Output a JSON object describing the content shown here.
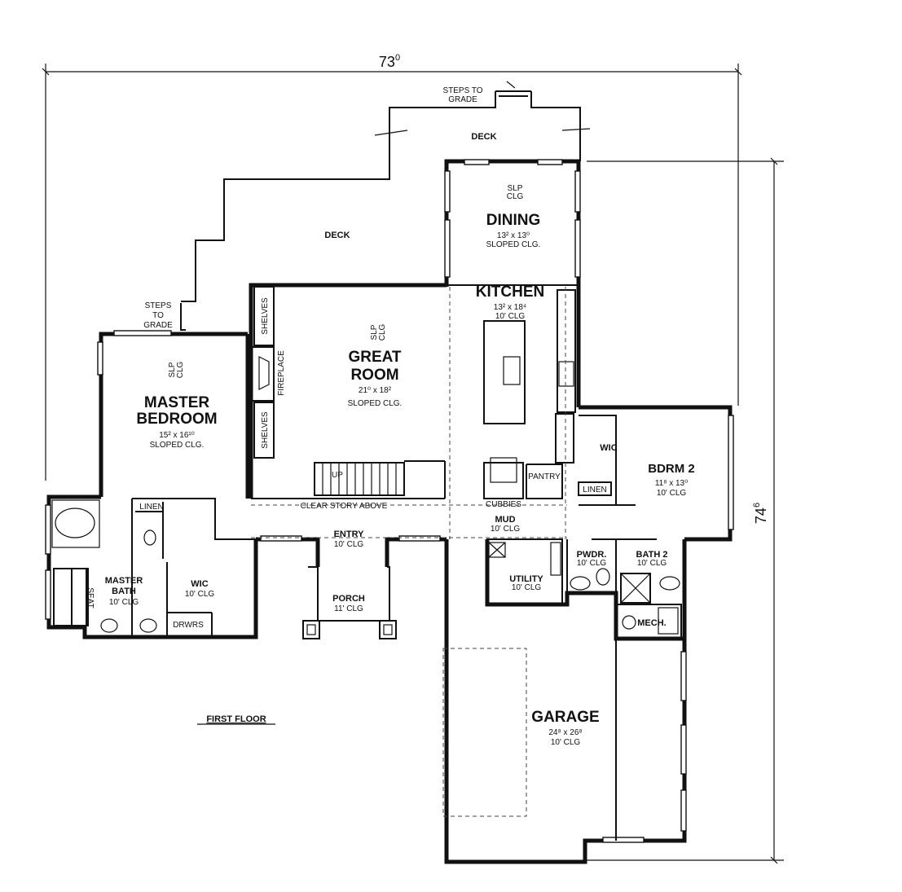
{
  "dimensions": {
    "width": "73",
    "width_sup": "0",
    "depth": "74",
    "depth_sup": "6"
  },
  "decks": {
    "upper_deck": "DECK",
    "lower_deck": "DECK"
  },
  "steps": {
    "top": [
      "STEPS TO",
      "GRADE"
    ],
    "left": [
      "STEPS",
      "TO",
      "GRADE"
    ]
  },
  "sloped_ceiling_marker": [
    "SLP",
    "CLG"
  ],
  "rooms": {
    "dining": {
      "name": "DINING",
      "size": "13² x 13⁰",
      "note": "SLOPED CLG."
    },
    "kitchen": {
      "name": "KITCHEN",
      "size": "13² x 18⁴",
      "note": "10' CLG"
    },
    "great_room": {
      "name_line1": "GREAT",
      "name_line2": "ROOM",
      "size": "21⁰ x 18²",
      "note": "SLOPED CLG."
    },
    "master_bedroom": {
      "name_line1": "MASTER",
      "name_line2": "BEDROOM",
      "size": "15² x 16¹⁰",
      "note": "SLOPED CLG."
    },
    "bdrm2": {
      "name": "BDRM 2",
      "size": "11⁸ x 13⁰",
      "note": "10' CLG"
    },
    "wic_bdrm2": {
      "name": "WIC"
    },
    "pantry": {
      "name": "PANTRY"
    },
    "linen_bdrm2": {
      "name": "LINEN"
    },
    "cubbies": {
      "name": "CUBBIES"
    },
    "mud": {
      "name": "MUD",
      "note": "10' CLG"
    },
    "entry": {
      "name": "ENTRY",
      "note": "10' CLG"
    },
    "porch": {
      "name": "PORCH",
      "note": "11' CLG"
    },
    "utility": {
      "name": "UTILITY",
      "note": "10' CLG"
    },
    "pwdr": {
      "name": "PWDR.",
      "note": "10' CLG"
    },
    "bath2": {
      "name": "BATH 2",
      "note": "10' CLG"
    },
    "mech": {
      "name": "MECH."
    },
    "master_bath": {
      "name_line1": "MASTER",
      "name_line2": "BATH",
      "note": "10' CLG"
    },
    "wic_master": {
      "name": "WIC",
      "note": "10' CLG"
    },
    "linen_master": {
      "name": "LINEN"
    },
    "drwrs": {
      "name": "DRWRS"
    },
    "seat": {
      "name": "SEAT"
    },
    "garage": {
      "name": "GARAGE",
      "size": "24⁸ x 26⁸",
      "note": "10' CLG"
    }
  },
  "features": {
    "shelves_top": "SHELVES",
    "shelves_bottom": "SHELVES",
    "fireplace": "FIREPLACE",
    "stair_up": "UP",
    "clear_story": "CLEAR STORY ABOVE"
  },
  "floor_label": "FIRST FLOOR"
}
